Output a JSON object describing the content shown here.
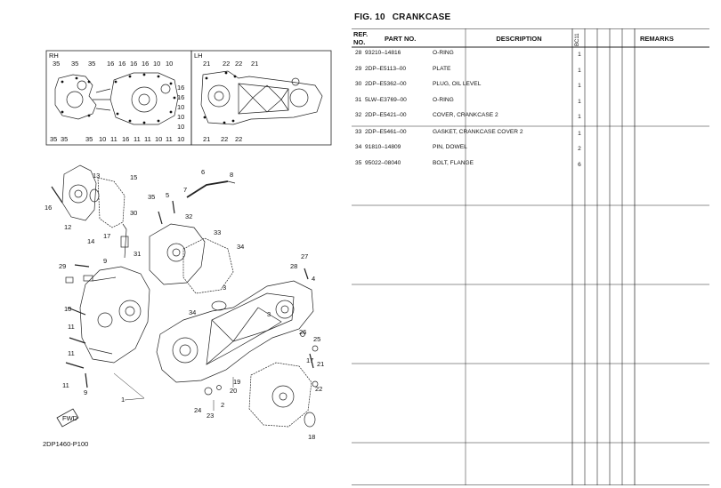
{
  "figure": {
    "number_label": "FIG. 10",
    "title": "CRANKCASE"
  },
  "table": {
    "headers": {
      "ref_no": "REF.\nNO.",
      "ref_line1": "REF.",
      "ref_line2": "NO.",
      "part_no": "PART NO.",
      "description": "DESCRIPTION",
      "model_code": "BC11",
      "remarks": "REMARKS"
    },
    "rows": [
      {
        "ref": "28",
        "part_no": "93210–14816",
        "description": "O-RING",
        "qty": "1"
      },
      {
        "ref": "29",
        "part_no": "2DP–E5113–00",
        "description": "PLATE",
        "qty": "1"
      },
      {
        "ref": "30",
        "part_no": "2DP–E5362–00",
        "description": "PLUG, OIL LEVEL",
        "qty": "1"
      },
      {
        "ref": "31",
        "part_no": "5LW–E3769–00",
        "description": "O-RING",
        "qty": "1"
      },
      {
        "ref": "32",
        "part_no": "2DP–E5421–00",
        "description": "COVER, CRANKCASE 2",
        "qty": "1"
      },
      {
        "ref": "33",
        "part_no": "2DP–E5461–00",
        "description": "GASKET, CRANKCASE COVER 2",
        "qty": "1"
      },
      {
        "ref": "34",
        "part_no": "91810–14809",
        "description": "PIN, DOWEL",
        "qty": "2"
      },
      {
        "ref": "35",
        "part_no": "95022–08040",
        "description": "BOLT, FLANGE",
        "qty": "6"
      }
    ]
  },
  "diagram": {
    "inset_rh_label": "RH",
    "inset_lh_label": "LH",
    "drawing_code": "2DP1460-P100",
    "fwd_label": "FWD",
    "rh_top_callouts": [
      "35",
      "35",
      "35",
      "16",
      "16",
      "16",
      "16",
      "10",
      "10"
    ],
    "rh_right_callouts": [
      "16",
      "16",
      "10",
      "10",
      "10"
    ],
    "rh_bottom_callouts": [
      "35",
      "35",
      "35",
      "10",
      "11",
      "16",
      "11",
      "11",
      "10",
      "11",
      "10"
    ],
    "lh_top_callouts": [
      "21",
      "22",
      "22",
      "21"
    ],
    "lh_bottom_callouts": [
      "21",
      "22",
      "22"
    ],
    "main_callouts": [
      "16",
      "13",
      "15",
      "12",
      "14",
      "17",
      "6",
      "8",
      "7",
      "35",
      "5",
      "32",
      "30",
      "31",
      "29",
      "9",
      "10",
      "11",
      "11",
      "33",
      "34",
      "28",
      "27",
      "4",
      "3",
      "3",
      "34",
      "1",
      "26",
      "25",
      "2",
      "19",
      "20",
      "24",
      "23",
      "21",
      "17",
      "22",
      "18",
      "11",
      "9"
    ]
  }
}
